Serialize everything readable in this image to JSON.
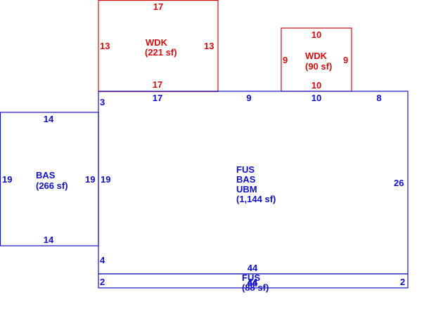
{
  "colors": {
    "living_area": "#1010c8",
    "deck": "#d01010"
  },
  "areas": {
    "wdk_large": {
      "label": "WDK",
      "area": "(221 sf)",
      "dims": {
        "top": "17",
        "bottom": "17",
        "left": "13",
        "right": "13"
      }
    },
    "wdk_small": {
      "label": "WDK",
      "area": "(90 sf)",
      "dims": {
        "top": "10",
        "bottom": "10",
        "left": "9",
        "right": "9"
      }
    },
    "bas_left": {
      "label": "BAS",
      "area": "(266 sf)",
      "dims": {
        "top": "14",
        "bottom": "14",
        "left": "19",
        "right": "19"
      }
    },
    "main": {
      "label_1": "FUS",
      "label_2": "BAS",
      "label_3": "UBM",
      "area": "(1,144 sf)",
      "dims": {
        "top_seg_1": "17",
        "top_seg_2": "9",
        "top_seg_3": "10",
        "top_seg_4": "8",
        "left_seg_1": "3",
        "left_seg_2": "19",
        "left_seg_3": "4",
        "right": "26",
        "bottom": "44"
      }
    },
    "fus_strip": {
      "label": "FUS",
      "area": "(88 sf)",
      "dims": {
        "top": "44",
        "bottom": "44",
        "left": "2",
        "right": "2"
      }
    }
  }
}
